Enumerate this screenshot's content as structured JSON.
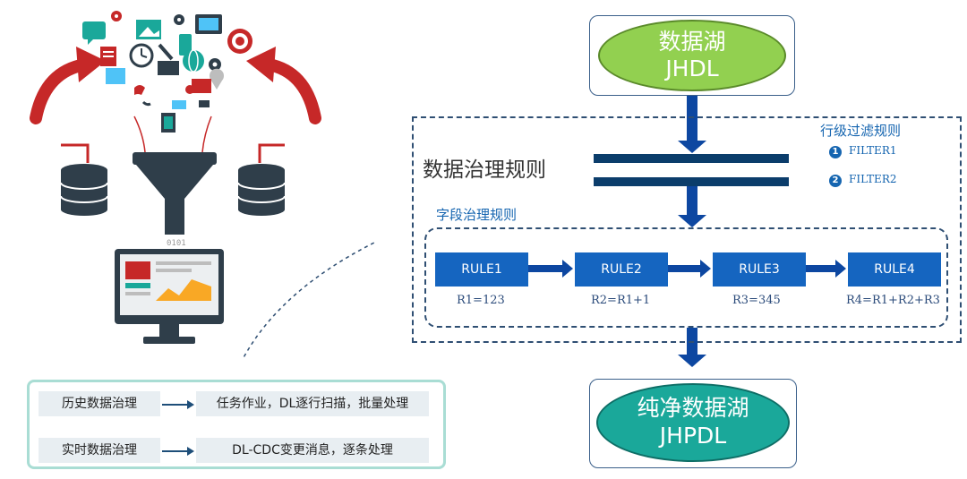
{
  "source": {
    "name": "数据湖",
    "code": "JHDL"
  },
  "target": {
    "name": "纯净数据湖",
    "code": "JHPDL"
  },
  "governance": {
    "title": "数据治理规则",
    "row_filter": {
      "title": "行级过滤规则",
      "items": [
        {
          "num": "1",
          "label": "FILTER1"
        },
        {
          "num": "2",
          "label": "FILTER2"
        }
      ]
    },
    "field_rules": {
      "title": "字段治理规则",
      "rules": [
        {
          "name": "RULE1",
          "expr": "R1=123"
        },
        {
          "name": "RULE2",
          "expr": "R2=R1+1"
        },
        {
          "name": "RULE3",
          "expr": "R3=345"
        },
        {
          "name": "RULE4",
          "expr": "R4=R1+R2+R3"
        }
      ]
    }
  },
  "legend": [
    {
      "label": "历史数据治理",
      "desc": "任务作业，DL逐行扫描，批量处理"
    },
    {
      "label": "实时数据治理",
      "desc": "DL-CDC变更消息，逐条处理"
    }
  ],
  "colors": {
    "source_fill": "#92d050",
    "target_fill": "#1aa89a",
    "rule_fill": "#1565c0",
    "arrow": "#0d47a1",
    "illustration_red": "#c62828",
    "illustration_dark": "#2f3e4a",
    "illustration_teal": "#1aa89a"
  },
  "icons": [
    "gear-icon",
    "chat-icon",
    "clock-icon",
    "phone-icon",
    "globe-icon",
    "map-pin-icon",
    "target-icon",
    "image-icon",
    "wrench-icon",
    "database-icon",
    "funnel-icon",
    "monitor-icon",
    "curved-arrow-icon"
  ]
}
